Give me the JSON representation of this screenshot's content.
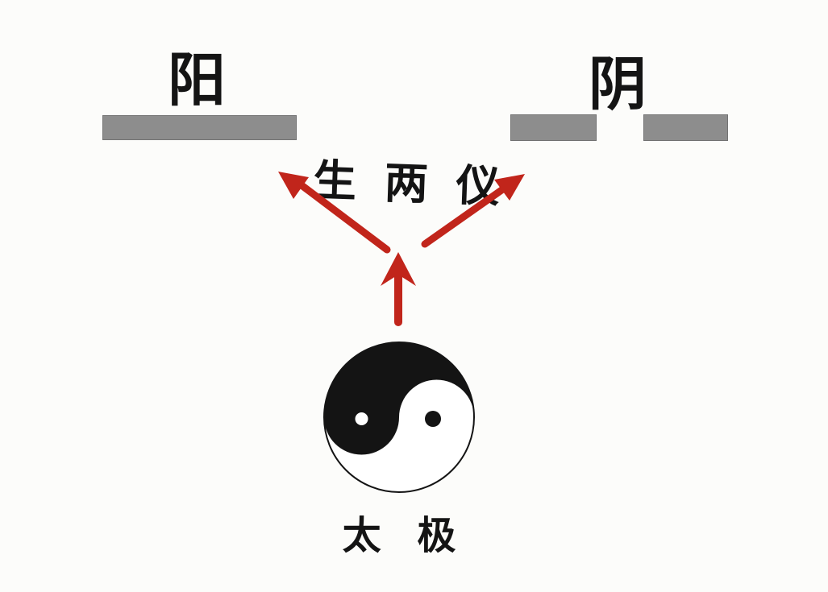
{
  "colors": {
    "background": "#fcfcfa",
    "arrow": "#c1251b",
    "bar_fill": "#8d8d8d",
    "bar_border": "#737373",
    "ink": "#141414"
  },
  "diagram": {
    "title_concept": "Taiji generates the two forms (liangyi)",
    "yang": {
      "label": "阳",
      "line_type": "solid"
    },
    "yin": {
      "label": "阴",
      "line_type": "broken"
    },
    "process_label": "生 两 仪",
    "source_label": "太 极"
  }
}
